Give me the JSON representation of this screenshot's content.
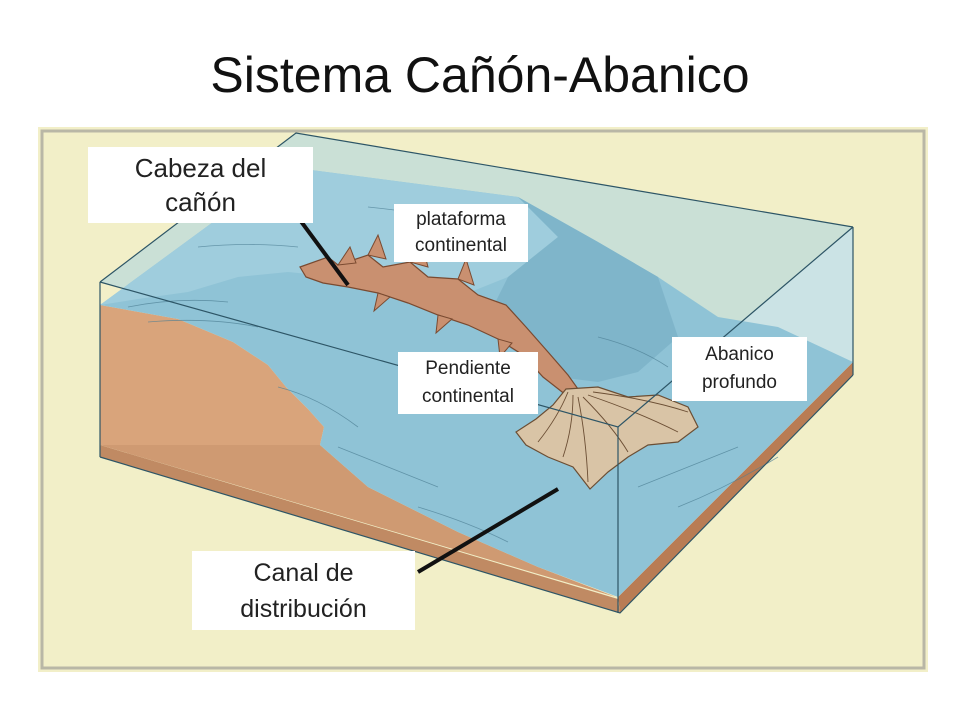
{
  "slide": {
    "title": "Sistema Cañón-Abanico"
  },
  "labels": {
    "canyon_head": "Cabeza del\ncañón",
    "continental_shelf": "plataforma\ncontinental",
    "continental_slope": "Pendiente\ncontinental",
    "deep_fan": "Abanico\nprofundo",
    "distribution_channel": "Canal de\ndistribución"
  },
  "colors": {
    "background_panel": "#f2efc8",
    "water": "#8fc3d6",
    "water_light": "#a9d4e2",
    "sediment": "#d9a47b",
    "sediment_dark": "#b97c54",
    "canyon_fill": "#c99070",
    "fan_fill": "#d9c4a6"
  }
}
